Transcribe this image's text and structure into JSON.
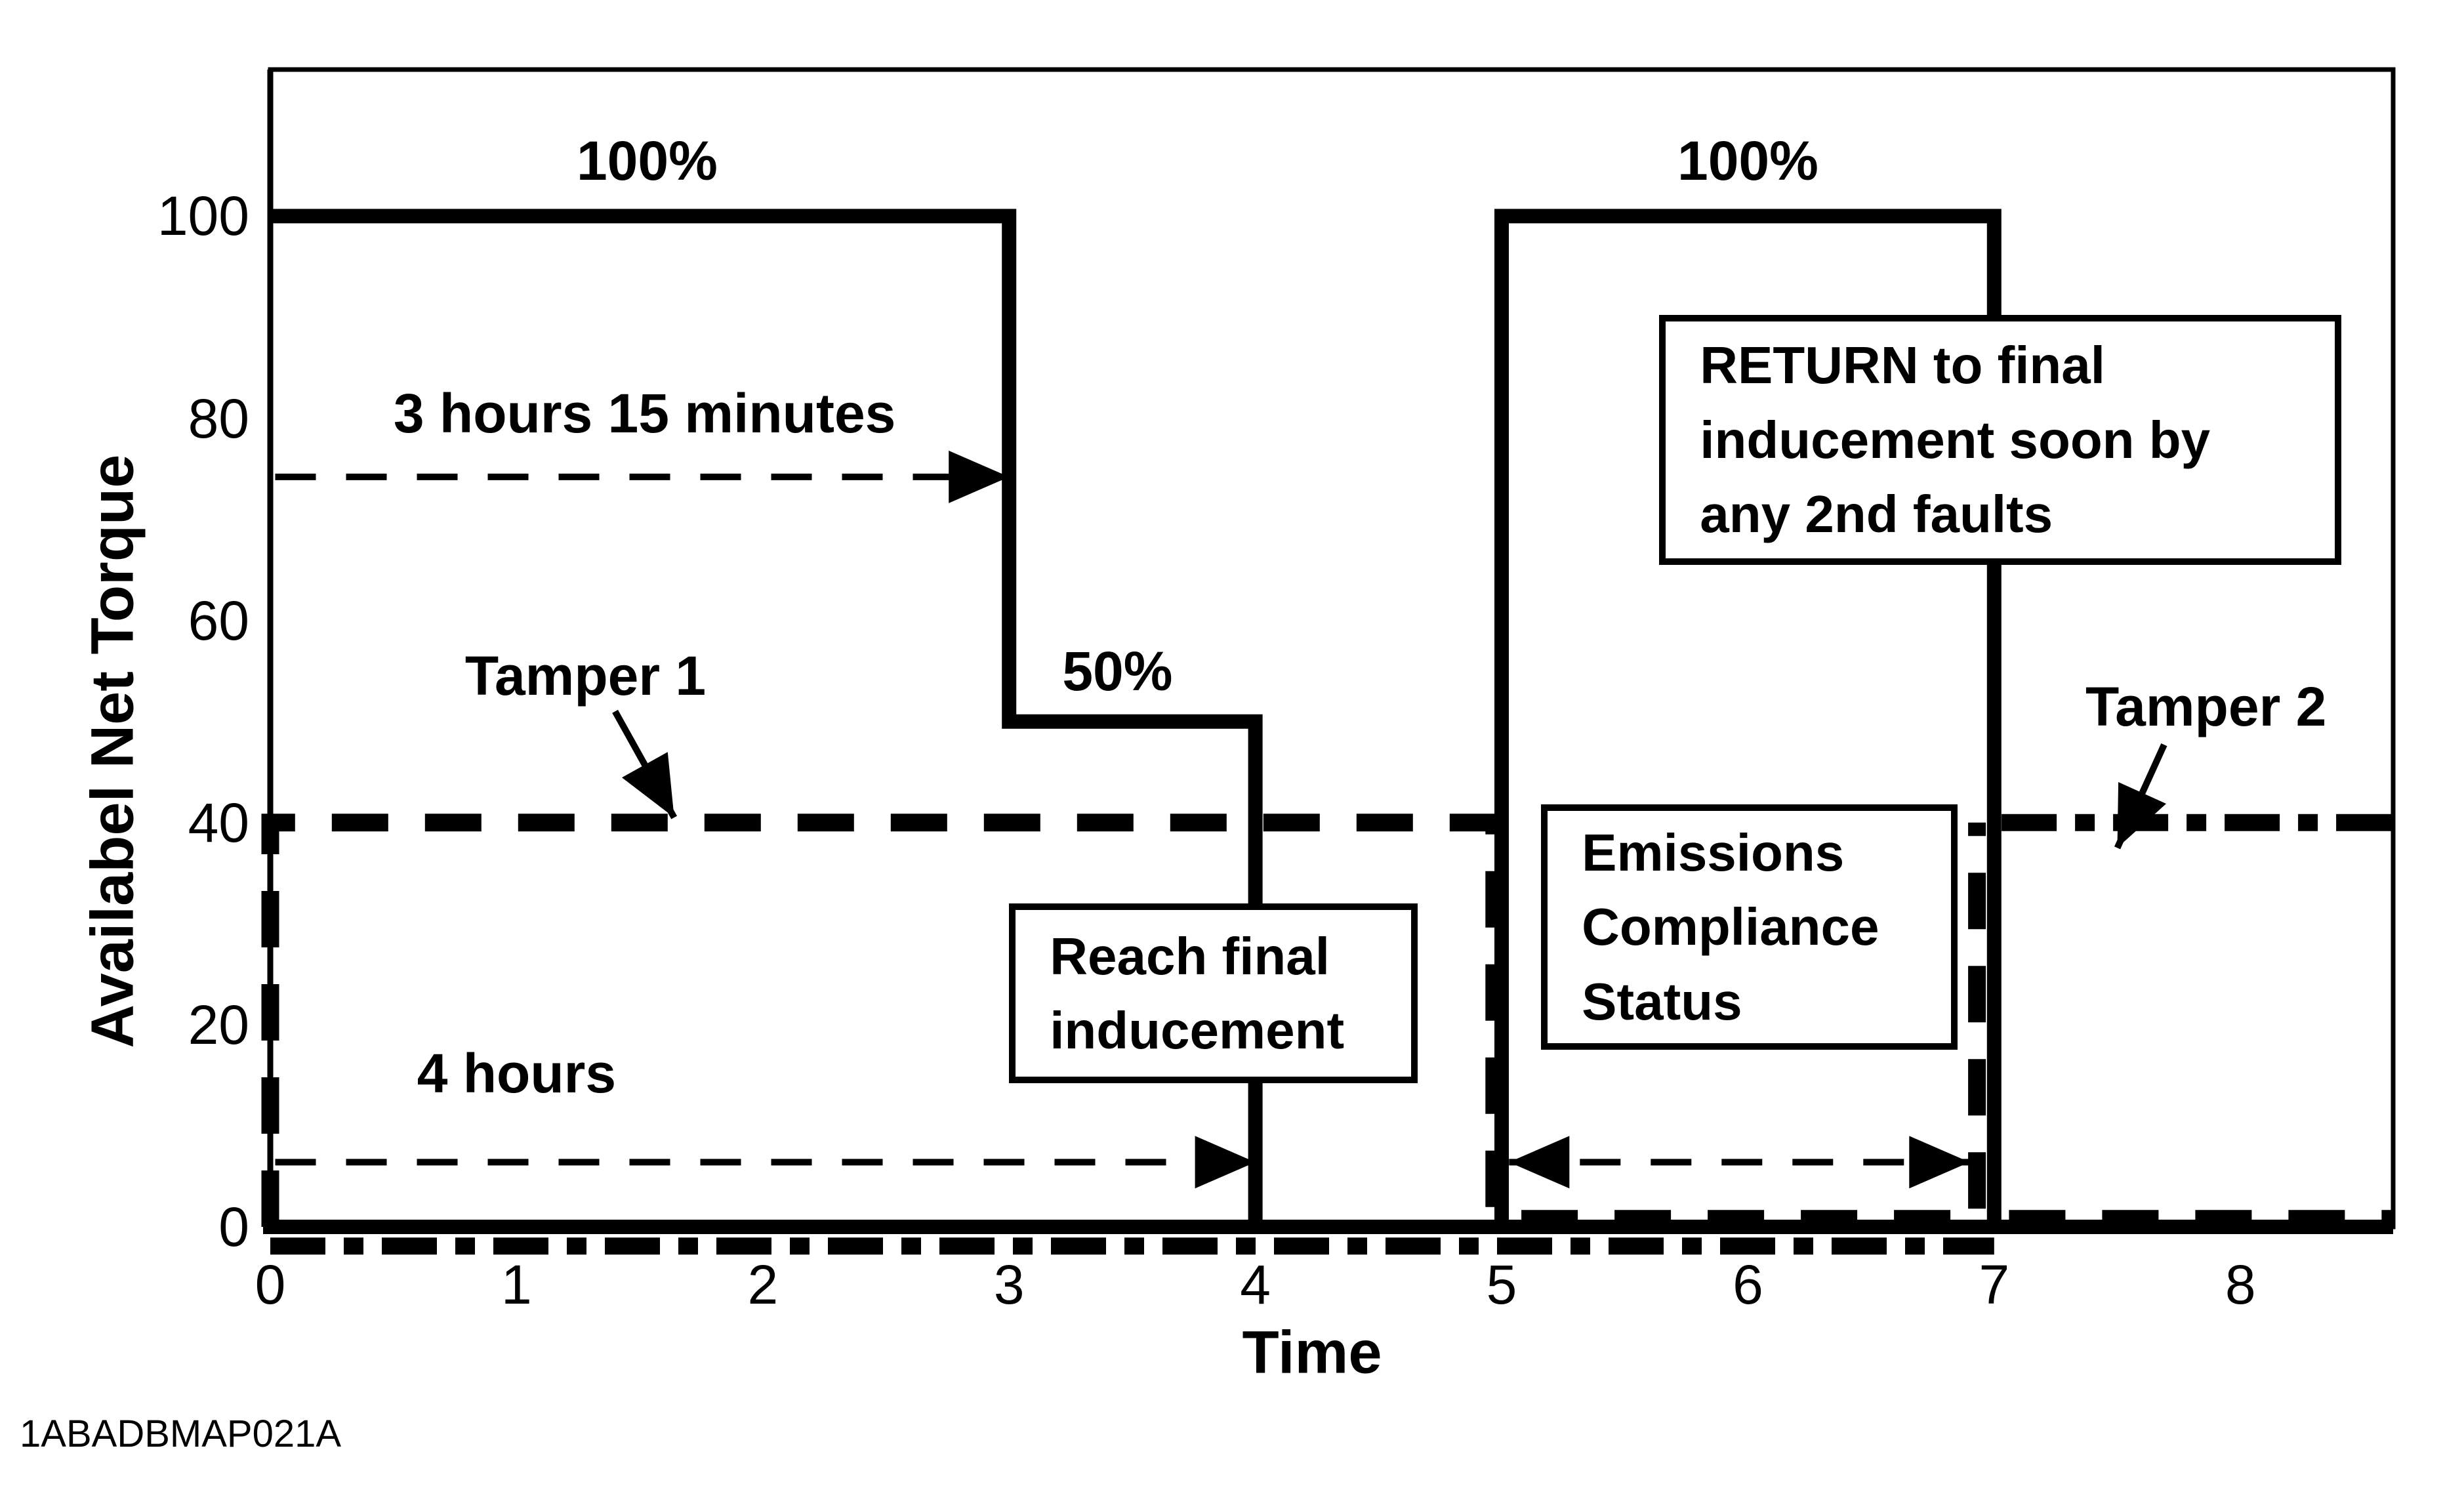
{
  "page": {
    "background": "#ffffff",
    "ink_color": "#000000",
    "code_label": "1ABADBMAP021A"
  },
  "chart_data": {
    "type": "line",
    "title": "",
    "xlabel": "Time",
    "ylabel": "Availabel Net Torque",
    "xlim": [
      0,
      8.62
    ],
    "ylim": [
      0,
      114.5
    ],
    "xticks": [
      0,
      1,
      2,
      3,
      4,
      5,
      6,
      7,
      8
    ],
    "yticks": [
      0,
      20,
      40,
      60,
      80,
      100
    ],
    "grid": false,
    "legend": "none",
    "series": [
      {
        "name": "available-net-torque",
        "style": "solid",
        "points": [
          [
            0,
            100
          ],
          [
            3,
            100
          ],
          [
            3,
            50
          ],
          [
            4,
            50
          ],
          [
            4,
            0
          ],
          [
            5,
            0
          ],
          [
            5,
            100
          ],
          [
            7,
            100
          ],
          [
            7,
            0
          ],
          [
            8.62,
            0
          ]
        ]
      },
      {
        "name": "tamper-1-limit",
        "style": "dashed",
        "points": [
          [
            0,
            0
          ],
          [
            0,
            40
          ],
          [
            4.97,
            40
          ],
          [
            4.97,
            0
          ]
        ]
      },
      {
        "name": "tamper-1-limit-mid",
        "style": "dashed",
        "points": [
          [
            5.08,
            0.8
          ],
          [
            6.93,
            0.8
          ],
          [
            6.93,
            40
          ]
        ]
      },
      {
        "name": "tamper-1-limit-after",
        "style": "dashed",
        "points": [
          [
            7.06,
            0.8
          ],
          [
            8.62,
            0.8
          ]
        ]
      },
      {
        "name": "tamper-2-limit-low",
        "style": "dashdot",
        "points": [
          [
            0,
            -1.9
          ],
          [
            7.0,
            -1.9
          ]
        ]
      },
      {
        "name": "tamper-2-limit",
        "style": "dashdot",
        "points": [
          [
            7.03,
            40
          ],
          [
            8.62,
            40
          ]
        ]
      }
    ],
    "labels": [
      {
        "id": "pct-100-first",
        "text": "100%",
        "x": 1.53,
        "y": 105.5
      },
      {
        "id": "pct-100-second",
        "text": "100%",
        "x": 6.0,
        "y": 105.5
      },
      {
        "id": "pct-50",
        "text": "50%",
        "x": 3.44,
        "y": 55.0
      },
      {
        "id": "duration-3h15",
        "text": "3 hours 15 minutes",
        "x": 1.52,
        "y": 80.5
      },
      {
        "id": "tamper-1",
        "text": "Tamper 1",
        "x": 1.28,
        "y": 54.5
      },
      {
        "id": "duration-4h",
        "text": "4 hours",
        "x": 1.0,
        "y": 15.2
      },
      {
        "id": "tamper-2",
        "text": "Tamper 2",
        "x": 7.86,
        "y": 51.5
      }
    ],
    "arrows": [
      {
        "id": "arrow-3h15",
        "style": "dashed",
        "x1": 0.02,
        "y1": 74.2,
        "x2": 3.0,
        "y2": 74.2,
        "heads": [
          "end"
        ]
      },
      {
        "id": "arrow-4h",
        "style": "dashed",
        "x1": 0.02,
        "y1": 6.4,
        "x2": 4.0,
        "y2": 6.4,
        "heads": [
          "end"
        ]
      },
      {
        "id": "arrow-compliance-window",
        "style": "dashed",
        "x1": 5.03,
        "y1": 6.4,
        "x2": 6.9,
        "y2": 6.4,
        "heads": [
          "start",
          "end"
        ]
      },
      {
        "id": "arrow-tamper-1-pointer",
        "style": "solid",
        "x1": 1.4,
        "y1": 51.0,
        "x2": 1.64,
        "y2": 40.5,
        "heads": [
          "end"
        ]
      },
      {
        "id": "arrow-tamper-2-pointer",
        "style": "solid",
        "x1": 7.69,
        "y1": 47.7,
        "x2": 7.5,
        "y2": 37.5,
        "heads": [
          "end"
        ]
      }
    ],
    "boxes": [
      {
        "id": "reach-final-inducement",
        "lines": [
          "Reach final",
          "inducement"
        ],
        "x1": 3.0,
        "y1": 14.2,
        "x2": 4.66,
        "y2": 32.0
      },
      {
        "id": "emissions-compliance-status",
        "lines": [
          "Emissions",
          "Compliance",
          "Status"
        ],
        "x1": 5.16,
        "y1": 17.5,
        "x2": 6.85,
        "y2": 41.8
      },
      {
        "id": "return-to-final-inducement",
        "lines": [
          "RETURN to final",
          "inducement soon by",
          "any 2nd faults"
        ],
        "x1": 5.64,
        "y1": 65.5,
        "x2": 8.41,
        "y2": 90.2
      }
    ]
  }
}
